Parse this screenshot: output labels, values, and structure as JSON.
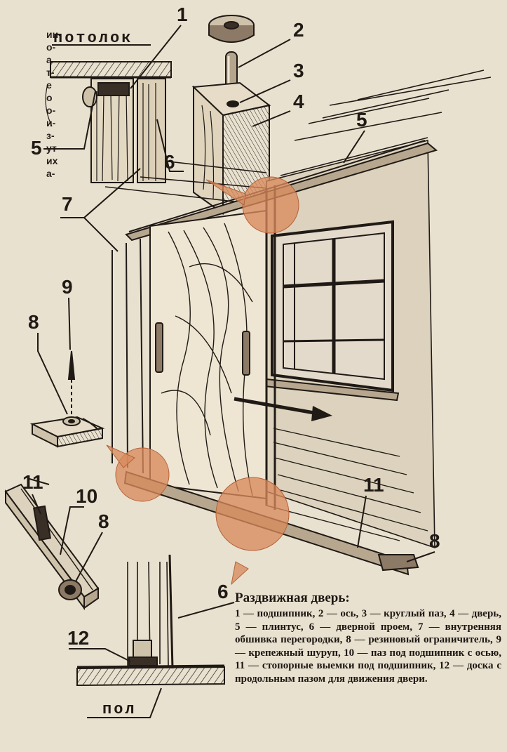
{
  "labels": {
    "ceiling": "потолок",
    "floor": "пол",
    "n1": "1",
    "n2": "2",
    "n3": "3",
    "n4": "4",
    "n5": "5",
    "n6": "6",
    "n7": "7",
    "n8": "8",
    "n9": "9",
    "n10": "10",
    "n11": "11",
    "n12": "12"
  },
  "side_text_fragments": [
    "ии-",
    "о-",
    "а",
    "т-",
    "е",
    "о",
    "",
    "о-",
    "и-",
    "з-",
    "",
    "ут",
    "их",
    "а-"
  ],
  "caption": {
    "title": "Раздвижная дверь:",
    "body": "1 — подшипник, 2 — ось, 3 — круглый паз, 4 — дверь, 5 — плинтус, 6 — дверной проем, 7 — внутренняя обшивка перегородки, 8 — резиновый ограничитель, 9 — крепежный шуруп, 10 — паз под подшипник с осью, 11 — стопорные выемки под подшипник, 12 — доска с продольным пазом для движения двери."
  },
  "colors": {
    "paper": "#e9e1cf",
    "ink": "#1f1a15",
    "highlight": "#d98a5c"
  }
}
